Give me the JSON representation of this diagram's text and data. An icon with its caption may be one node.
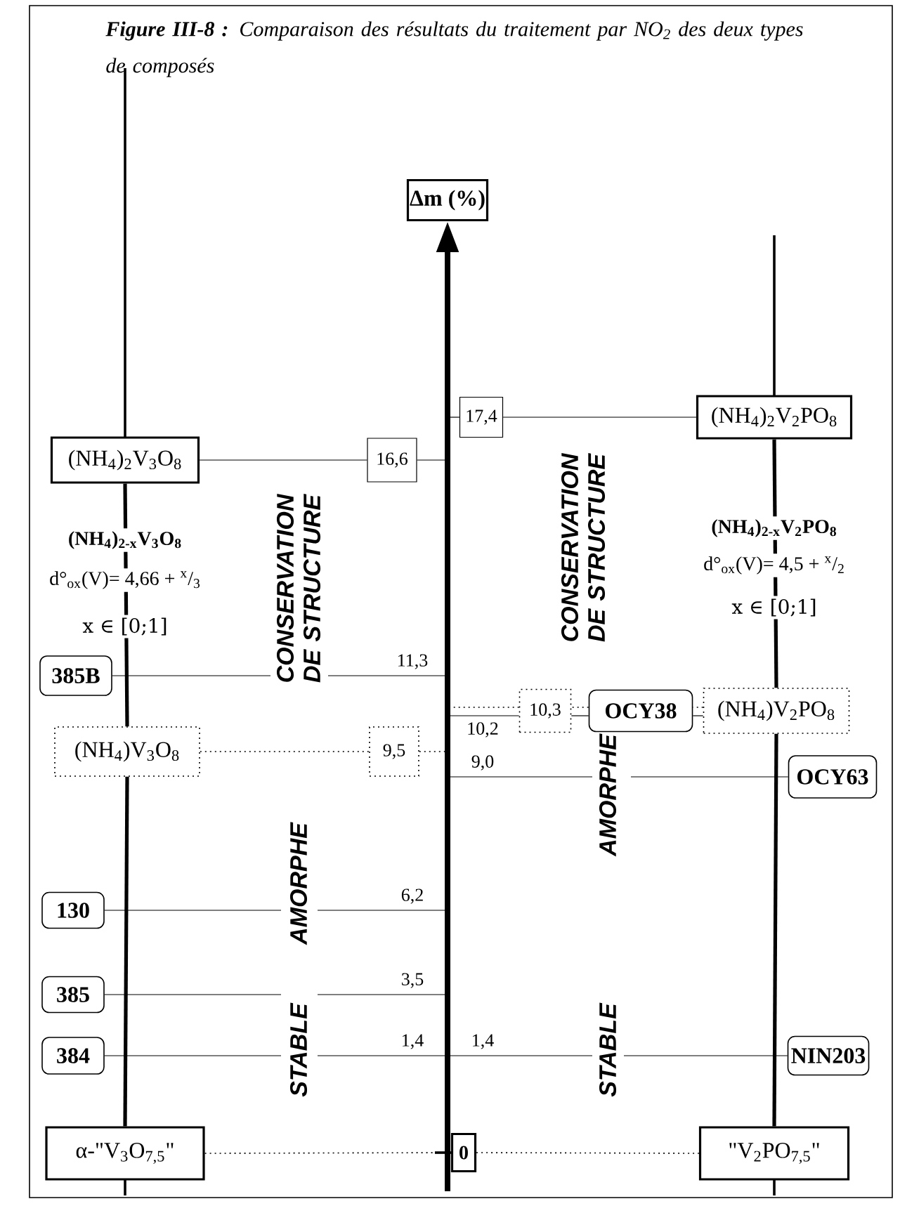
{
  "diagram": {
    "title": "**Figure III-8 :** Comparaison des résultats du traitement par NO$_{2}$ des deux types de composés",
    "nodes": [
      {
        "text": [
          "Δm  (%)"
        ]
      },
      {
        "text": [
          "(NH$_{4}$)$_{2}$V$_{2}$PO$_{8}$"
        ]
      },
      {
        "text": [
          "17,4"
        ]
      },
      {
        "text": [
          "(NH$_{4}$)$_{2}$V$_{3}$O$_{8}$"
        ]
      },
      {
        "text": [
          "16,6"
        ]
      },
      {
        "text": [
          "385B"
        ]
      },
      {
        "text": [
          "10,3"
        ]
      },
      {
        "text": [
          "OCY38"
        ]
      },
      {
        "text": [
          "(NH$_{4}$)V$_{2}$PO$_{8}$"
        ]
      },
      {
        "text": [
          "(NH$_{4}$)V$_{3}$O$_{8}$"
        ]
      },
      {
        "text": [
          "9,5"
        ]
      },
      {
        "text": [
          "OCY63"
        ]
      },
      {
        "text": [
          "130"
        ]
      },
      {
        "text": [
          "385"
        ]
      },
      {
        "text": [
          "384"
        ]
      },
      {
        "text": [
          "NIN203"
        ]
      },
      {
        "text": [
          "α-\"V$_{3}$O$_{7,5}$\""
        ]
      },
      {
        "text": [
          "0"
        ]
      },
      {
        "text": [
          "\"V$_{2}$PO$_{7,5}$\""
        ]
      }
    ],
    "edges": [
      {
        "from": null,
        "to": 0,
        "arrow": "to",
        "style": "thick"
      },
      {
        "from": 1,
        "to": 2,
        "arrow": "none"
      },
      {
        "from": 2,
        "to": null,
        "arrow": "none"
      },
      {
        "from": 3,
        "to": 4,
        "arrow": "none"
      },
      {
        "from": 4,
        "to": null,
        "arrow": "none"
      },
      {
        "from": 5,
        "to": null,
        "arrow": "none",
        "label": "11,3"
      },
      {
        "from": 8,
        "to": 7,
        "arrow": "none",
        "style": "dashed"
      },
      {
        "from": 7,
        "to": 6,
        "arrow": "none",
        "style": "dashed"
      },
      {
        "from": 6,
        "to": null,
        "arrow": "none",
        "style": "dashed"
      },
      {
        "from": 7,
        "to": 8,
        "arrow": "none"
      },
      {
        "from": 7,
        "to": 6,
        "arrow": "none"
      },
      {
        "from": 6,
        "to": null,
        "arrow": "none",
        "label": "10,2"
      },
      {
        "from": 9,
        "to": 10,
        "arrow": "none",
        "style": "dashed"
      },
      {
        "from": 10,
        "to": null,
        "arrow": "none",
        "style": "dashed"
      },
      {
        "from": 11,
        "to": null,
        "arrow": "none",
        "label": "9,0"
      },
      {
        "from": 12,
        "to": null,
        "arrow": "none",
        "label": "6,2"
      },
      {
        "from": 13,
        "to": null,
        "arrow": "none",
        "label": "3,5"
      },
      {
        "from": 14,
        "to": null,
        "arrow": "none",
        "label": "1,4"
      },
      {
        "from": 15,
        "to": null,
        "arrow": "none",
        "label": "1,4"
      },
      {
        "from": 16,
        "to": 17,
        "arrow": "none",
        "style": "dashed"
      },
      {
        "from": 17,
        "to": 18,
        "arrow": "none",
        "style": "dashed"
      },
      {
        "from": 3,
        "to": 9,
        "arrow": "none",
        "style": "thick"
      },
      {
        "from": 9,
        "to": 16,
        "arrow": "none",
        "style": "thick"
      },
      {
        "from": 1,
        "to": 8,
        "arrow": "none",
        "style": "thick"
      },
      {
        "from": 8,
        "to": 18,
        "arrow": "none",
        "style": "thick"
      }
    ],
    "labels": [
      "(NH$_{4}$)$_{2-x}$V$_{3}$O$_{8}$",
      "d°$_{ox}$(V)= 4,66 + $^{x}$/$_{3}$",
      "x ∈ [0;1]",
      "(NH$_{4}$)$_{2-x}$V$_{2}$PO$_{8}$",
      "d°$_{ox}$(V)= 4,5 + $^{x}$/$_{2}$",
      "x ∈ [0;1]",
      "CONSERVATION DE STRUCTURE",
      "CONSERVATION DE STRUCTURE",
      "AMORPHE",
      "AMORPHE",
      "STABLE",
      "STABLE"
    ]
  }
}
